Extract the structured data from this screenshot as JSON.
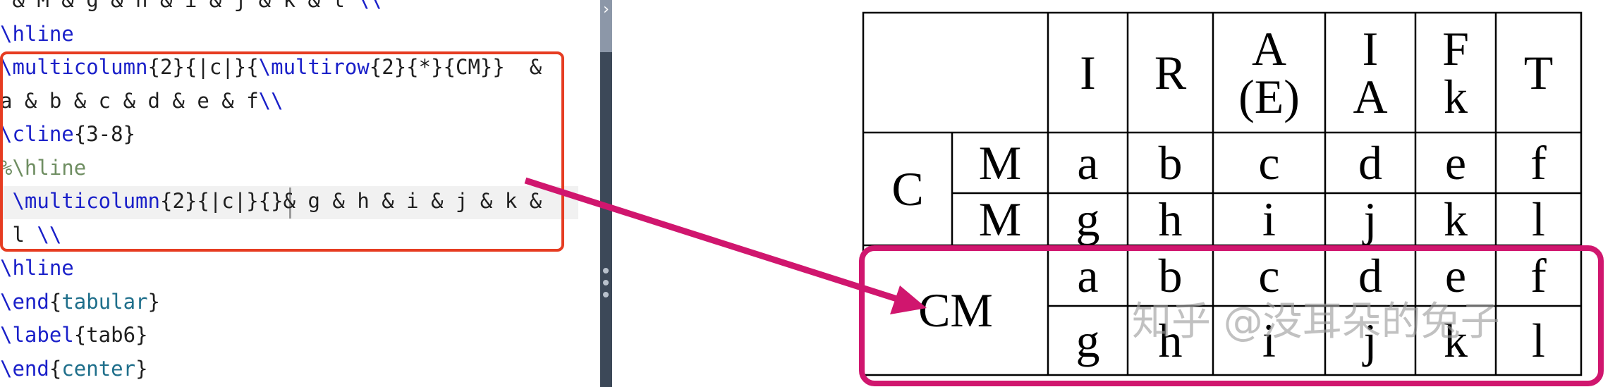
{
  "editor": {
    "lines": [
      {
        "segments": [
          {
            "cls": "",
            "text": " & M & g & h & i & j & k & l "
          },
          {
            "cls": "kw",
            "text": "\\\\"
          }
        ]
      },
      {
        "segments": [
          {
            "cls": "kw",
            "text": "\\hline"
          }
        ]
      },
      {
        "segments": [
          {
            "cls": "kw",
            "text": "\\multicolumn"
          },
          {
            "cls": "",
            "text": "{2}{|c|}{"
          },
          {
            "cls": "kw",
            "text": "\\multirow"
          },
          {
            "cls": "",
            "text": "{2}{*}{CM}}  &"
          }
        ]
      },
      {
        "segments": [
          {
            "cls": "",
            "text": "a & b & c & d & e & f"
          },
          {
            "cls": "kw",
            "text": "\\\\"
          }
        ]
      },
      {
        "segments": [
          {
            "cls": "kw",
            "text": "\\cline"
          },
          {
            "cls": "",
            "text": "{3-8}"
          }
        ]
      },
      {
        "segments": [
          {
            "cls": "cmt",
            "text": "%\\hline"
          }
        ]
      },
      {
        "segments": [
          {
            "cls": "kw",
            "text": " \\multicolumn"
          },
          {
            "cls": "",
            "text": "{2}{|c|}{}& g & h & i & j & k &"
          }
        ]
      },
      {
        "segments": [
          {
            "cls": "",
            "text": " l "
          },
          {
            "cls": "kw",
            "text": "\\\\"
          }
        ]
      },
      {
        "segments": [
          {
            "cls": "kw",
            "text": "\\hline"
          }
        ]
      },
      {
        "segments": [
          {
            "cls": "kw",
            "text": "\\end"
          },
          {
            "cls": "",
            "text": "{"
          },
          {
            "cls": "env",
            "text": "tabular"
          },
          {
            "cls": "",
            "text": "}"
          }
        ]
      },
      {
        "segments": [
          {
            "cls": "kw",
            "text": "\\label"
          },
          {
            "cls": "",
            "text": "{tab6}"
          }
        ]
      },
      {
        "segments": [
          {
            "cls": "kw",
            "text": "\\end"
          },
          {
            "cls": "",
            "text": "{"
          },
          {
            "cls": "env",
            "text": "center"
          },
          {
            "cls": "",
            "text": "}"
          }
        ]
      }
    ]
  },
  "table": {
    "header": [
      "I",
      "R",
      "A\n(E)",
      "I\nA",
      "F\nk",
      "T"
    ],
    "row1": {
      "group": "C",
      "sub": "M",
      "values": [
        "a",
        "b",
        "c",
        "d",
        "e",
        "f"
      ]
    },
    "row2": {
      "sub": "M",
      "values": [
        "g",
        "h",
        "i",
        "j",
        "k",
        "l"
      ]
    },
    "row3": {
      "group": "CM",
      "values": [
        "a",
        "b",
        "c",
        "d",
        "e",
        "f"
      ]
    },
    "row4": {
      "values": [
        "g",
        "h",
        "i",
        "j",
        "k",
        "l"
      ]
    }
  },
  "watermark": "知乎 @没耳朵的兔子",
  "colors": {
    "code_highlight_box": "#e63c21",
    "annotation": "#d0166e"
  }
}
